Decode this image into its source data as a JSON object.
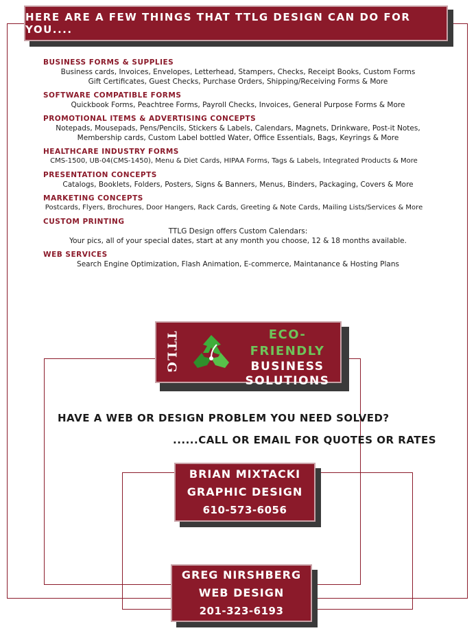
{
  "header": {
    "title": "Here are a few things that TTLG Design can do for you...."
  },
  "sections": [
    {
      "title": "Business Forms & Supplies",
      "lines": [
        "Business cards, Invoices, Envelopes, Letterhead,  Stampers, Checks, Receipt Books, Custom Forms",
        "Gift Certificates, Guest Checks, Purchase Orders, Shipping/Receiving Forms & More"
      ]
    },
    {
      "title": "Software Compatible Forms",
      "lines": [
        "Quickbook Forms, Peachtree Forms, Payroll Checks, Invoices, General Purpose Forms & More"
      ]
    },
    {
      "title": "Promotional Items & Advertising Concepts",
      "lines": [
        "Notepads, Mousepads, Pens/Pencils, Stickers & Labels, Calendars,  Magnets,  Drinkware,  Post-it Notes,",
        "Membership cards, Custom Label bottled  Water, Office  Essentials, Bags, Keyrings & More"
      ]
    },
    {
      "title": "Healthcare Industry Forms",
      "lines": [
        "CMS-1500, UB-04(CMS-1450), Menu & Diet Cards, HIPAA Forms, Tags & Labels, Integrated Products & More"
      ]
    },
    {
      "title": "Presentation Concepts",
      "lines": [
        "Catalogs, Booklets, Folders, Posters, Signs & Banners, Menus,  Binders, Packaging, Covers & More"
      ]
    },
    {
      "title": "Marketing Concepts",
      "lines": [
        "Postcards, Flyers, Brochures, Door Hangers, Rack Cards, Greeting & Note Cards, Mailing Lists/Services & More"
      ]
    },
    {
      "title": "Custom Printing",
      "lines": [
        "TTLG Design offers Custom Calendars:",
        "Your pics, all of your special dates, start at any month you choose, 12 & 18 months available."
      ]
    },
    {
      "title": "Web Services",
      "lines": [
        "Search Engine Optimization, Flash Animation, E-commerce, Maintanance & Hosting Plans"
      ]
    }
  ],
  "logo": {
    "side_text": "TTLG",
    "line1": "Eco-Friendly",
    "line2": "Business",
    "line3": "Solutions",
    "icon": "recycle-leaf-icon"
  },
  "cta": {
    "question": "Have a web or design problem you need solved?",
    "call": "......Call or email for quotes or rates"
  },
  "contacts": [
    {
      "name": "Brian Mixtacki",
      "role": "Graphic Design",
      "phone": "610-573-6056"
    },
    {
      "name": "Greg Nirshberg",
      "role": "Web Design",
      "phone": "201-323-6193"
    }
  ],
  "colors": {
    "accent": "#8b1a2a",
    "eco_green": "#6ec45a",
    "shadow": "#3a3a3a"
  }
}
